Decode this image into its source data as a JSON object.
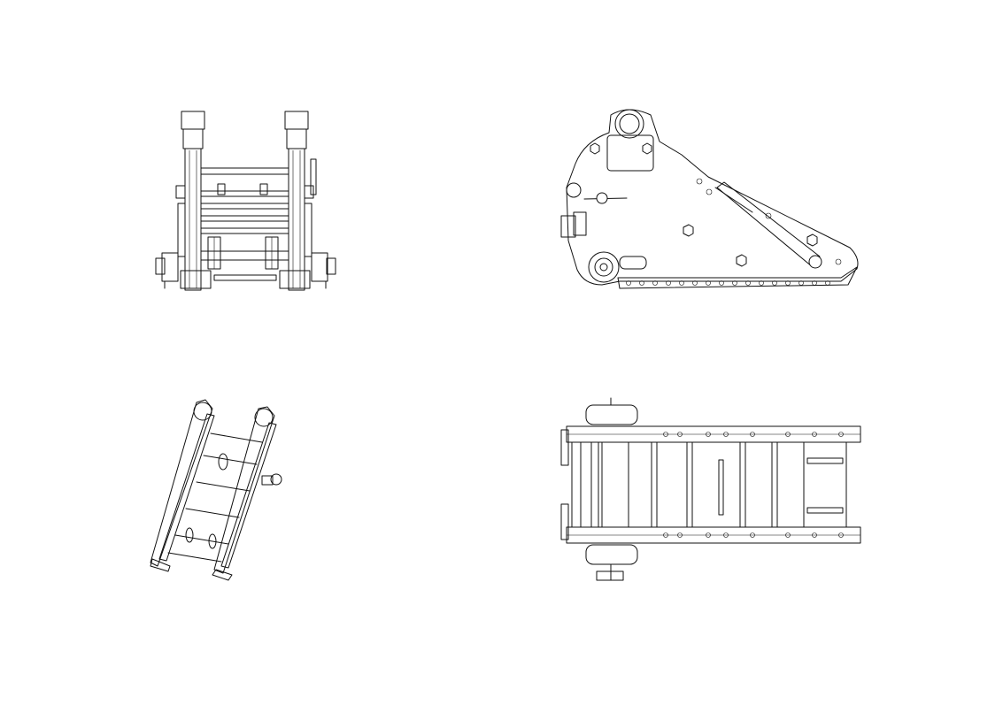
{
  "sheet": {
    "background": "#ffffff",
    "line_color": "#111111",
    "views": [
      {
        "id": "front-view",
        "icon": "front-elevation-drawing"
      },
      {
        "id": "side-view",
        "icon": "side-elevation-drawing"
      },
      {
        "id": "isometric-view",
        "icon": "isometric-drawing"
      },
      {
        "id": "top-view",
        "icon": "plan-view-drawing"
      }
    ]
  }
}
